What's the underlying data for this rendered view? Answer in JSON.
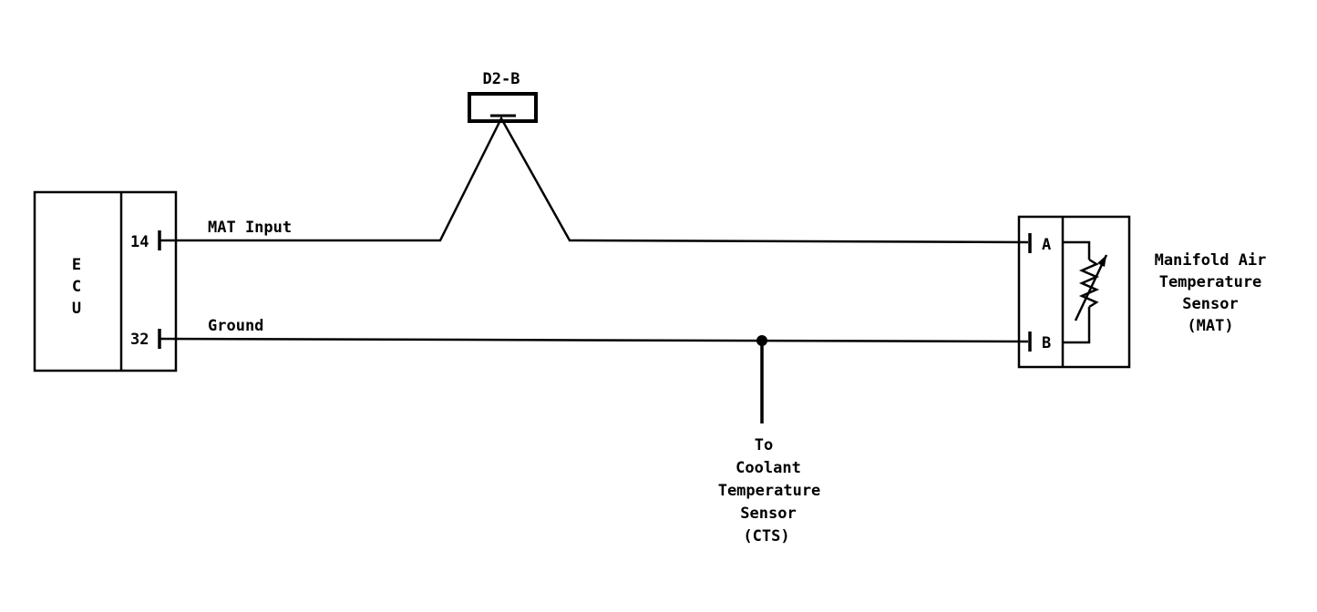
{
  "ecu": {
    "label_letters": [
      "E",
      "C",
      "U"
    ],
    "pins": [
      {
        "number": "14",
        "wire_label": "MAT Input"
      },
      {
        "number": "32",
        "wire_label": "Ground"
      }
    ]
  },
  "connector": {
    "label": "D2-B"
  },
  "sensor": {
    "terminals": [
      "A",
      "B"
    ],
    "name_lines": [
      "Manifold Air",
      "Temperature",
      "Sensor",
      "(MAT)"
    ]
  },
  "branch": {
    "lines": [
      "To",
      "Coolant",
      "Temperature",
      "Sensor",
      "(CTS)"
    ]
  },
  "colors": {
    "line": "#000000",
    "background": "#ffffff"
  }
}
